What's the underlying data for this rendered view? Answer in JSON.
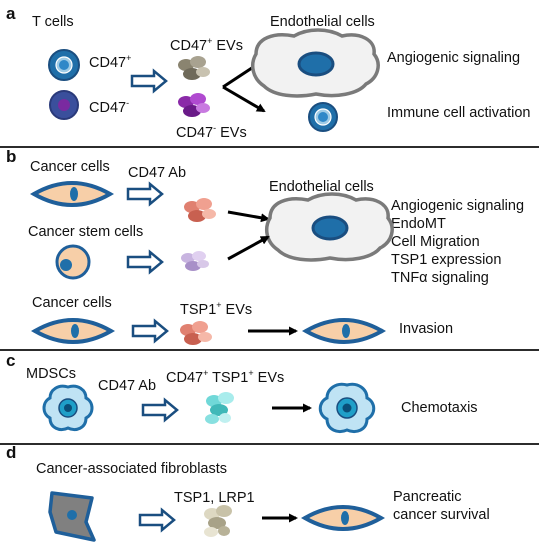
{
  "panels": {
    "a": {
      "tag": "a",
      "t_cells": "T cells",
      "cd47_pos": "CD47",
      "cd47_pos_sup": "+",
      "cd47_neg": "CD47",
      "cd47_neg_sup": "-",
      "cd47_pos_evs_a": "CD47",
      "cd47_pos_evs_sup": "+",
      "cd47_pos_evs_b": " EVs",
      "cd47_neg_evs_a": "CD47",
      "cd47_neg_evs_sup": "-",
      "cd47_neg_evs_b": " EVs",
      "endothelial": "Endothelial cells",
      "angiogenic": "Angiogenic signaling",
      "immune": "Immune cell activation"
    },
    "b": {
      "tag": "b",
      "cancer_cells": "Cancer cells",
      "cd47_ab": "CD47 Ab",
      "endothelial": "Endothelial cells",
      "cancer_stem": "Cancer stem cells",
      "effects": [
        "Angiogenic signaling",
        "EndoMT",
        "Cell Migration",
        "TSP1 expression",
        "TNFα signaling"
      ],
      "cancer_cells_2": "Cancer cells",
      "tsp1_evs_a": "TSP1",
      "tsp1_evs_sup": "+",
      "tsp1_evs_b": " EVs",
      "invasion": "Invasion"
    },
    "c": {
      "tag": "c",
      "mdscs": "MDSCs",
      "cd47_ab": "CD47 Ab",
      "evs_a": "CD47",
      "evs_sup1": "+",
      "evs_b": " TSP1",
      "evs_sup2": "+",
      "evs_c": " EVs",
      "chemotaxis": "Chemotaxis"
    },
    "d": {
      "tag": "d",
      "caf": "Cancer-associated fibroblasts",
      "tsp1_lrp1": "TSP1, LRP1",
      "pancreatic_1": "Pancreatic",
      "pancreatic_2": "cancer survival"
    }
  },
  "colors": {
    "cell_blue": "#1f6fa9",
    "outline_blue": "#1a4e80",
    "nucleus": "#2f88c8",
    "peach": "#f7cfa8",
    "endo_fill": "#f2f2f2",
    "endo_stroke": "#7a7a7a",
    "mdsc_fill": "#bfe3f4",
    "caf_fill": "#808080",
    "ev_gray": "#8a8470",
    "ev_purple": "#8a2aa8",
    "ev_salmon": "#e08070",
    "ev_lavender": "#c8b4e0",
    "ev_cyan": "#70d8d8",
    "ev_beige": "#ddd8c2",
    "arrow": "#000000"
  }
}
